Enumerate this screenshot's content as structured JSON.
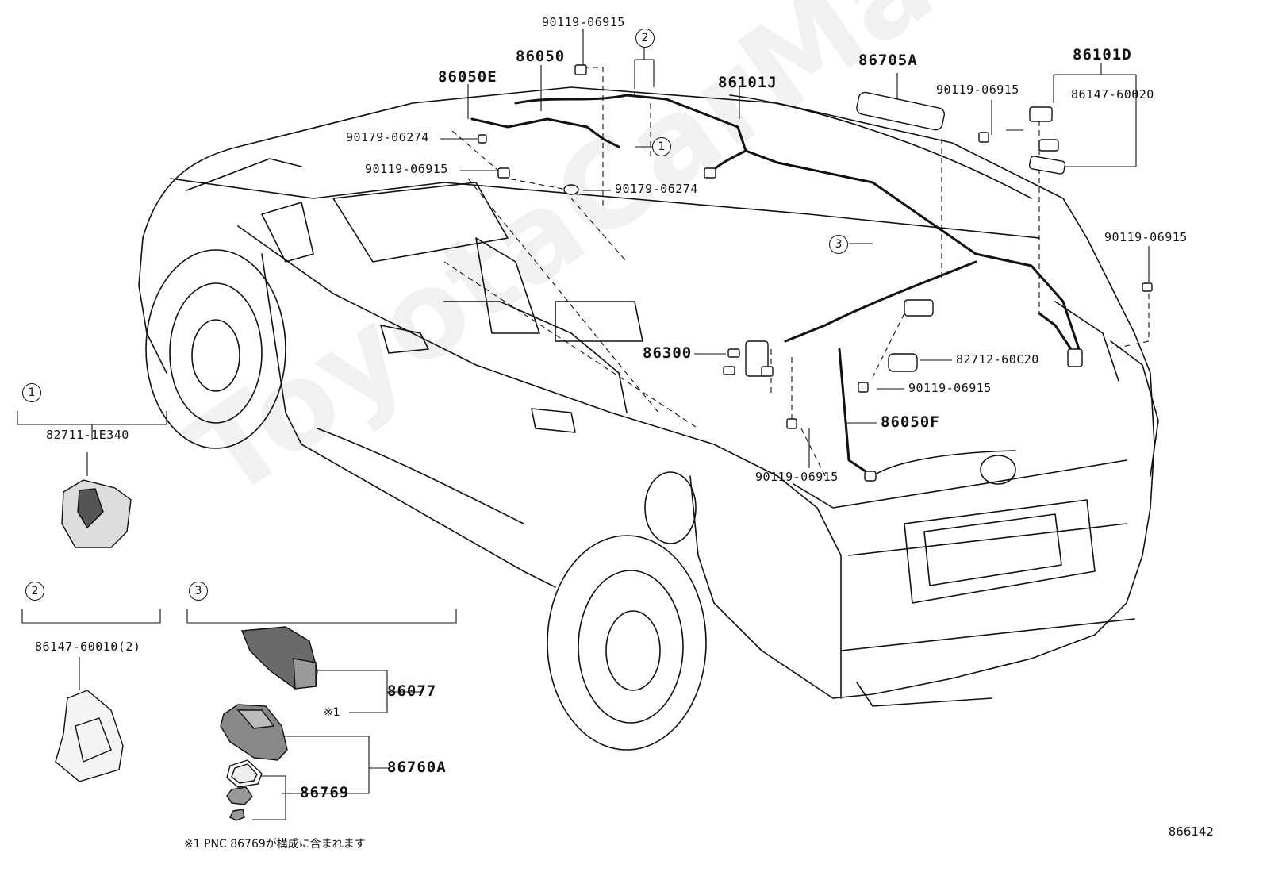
{
  "diagram": {
    "figure_number": "866142",
    "watermark": "ToyotaCarManuals",
    "footnote": "※1 PNC 86769が構成に含まれます",
    "footnote_mark": "※1",
    "callouts": {
      "one": "1",
      "two": "2",
      "three": "3"
    },
    "parts": {
      "p86050": "86050",
      "p86050E": "86050E",
      "p86101J": "86101J",
      "p86705A": "86705A",
      "p86101D": "86101D",
      "p86147_60020": "86147-60020",
      "p90119_top": "90119-06915",
      "p90179_a": "90179-06274",
      "p90119_b": "90119-06915",
      "p90179_b": "90179-06274",
      "p90119_c": "90119-06915",
      "p90119_right": "90119-06915",
      "p86300": "86300",
      "p82712": "82712-60C20",
      "p90119_d": "90119-06915",
      "p86050F": "86050F",
      "p90119_e": "90119-06915",
      "p82711": "82711-1E340",
      "p86147_60010": "86147-60010(2)",
      "p86077": "86077",
      "p86760A": "86760A",
      "p86769": "86769"
    }
  }
}
